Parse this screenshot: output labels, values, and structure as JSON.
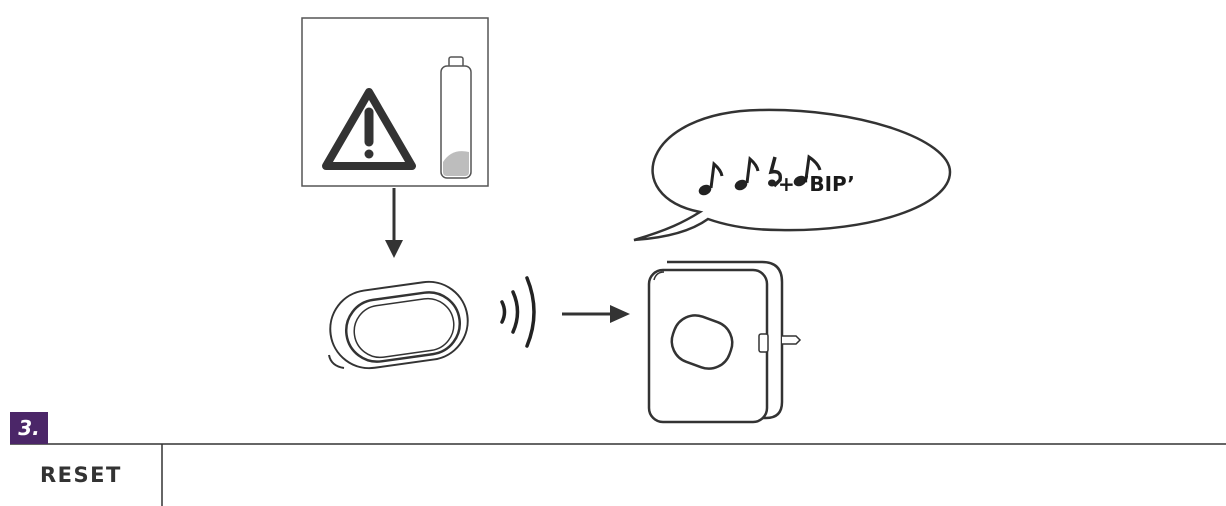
{
  "speech": {
    "text": "+ ‘BIP’"
  },
  "section": {
    "number": "3.",
    "title": "RESET"
  },
  "icons": [
    "warning-icon",
    "battery-icon",
    "wireless-signal-icon",
    "music-note-icon"
  ],
  "colors": {
    "accent": "#4b2668",
    "line": "#333333"
  }
}
